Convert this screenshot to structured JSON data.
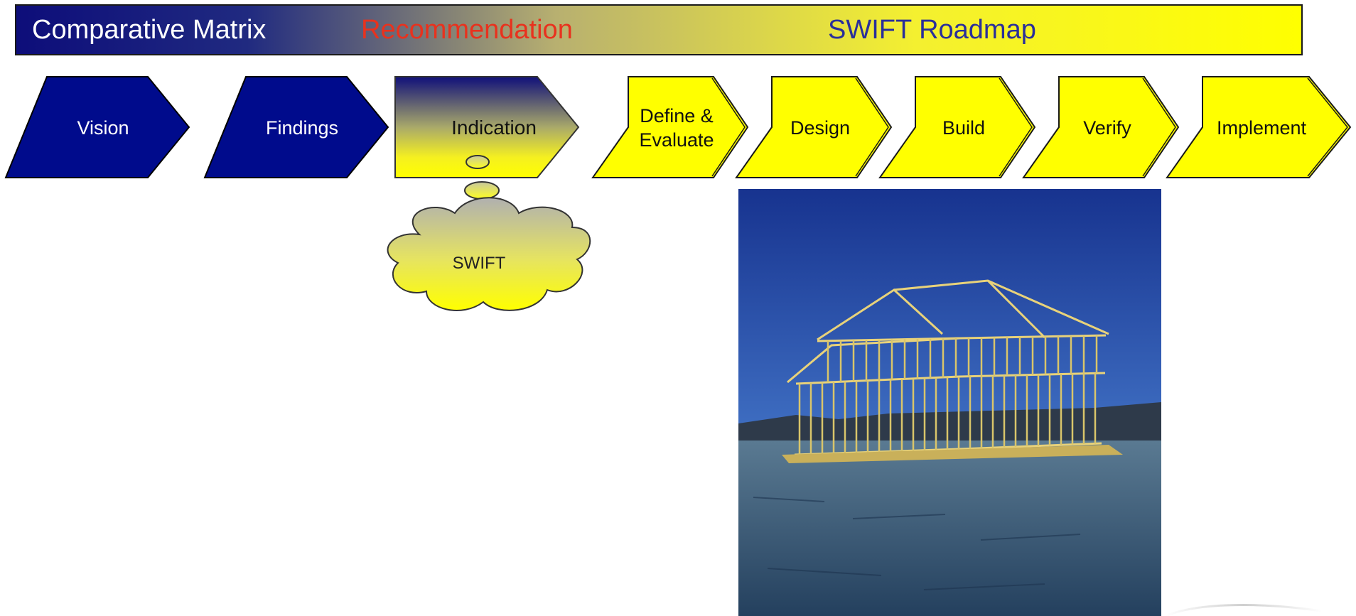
{
  "banner": {
    "sections": [
      {
        "label": "Comparative Matrix",
        "color": "#ffffff"
      },
      {
        "label": "Recommendation",
        "color": "#e8321e"
      },
      {
        "label": "SWIFT Roadmap",
        "color": "#2a2f9a"
      }
    ],
    "gradient_start": "#0d0d7a",
    "gradient_end": "#ffff00"
  },
  "process": {
    "steps": [
      {
        "lines": [
          "Vision"
        ],
        "style": "blue"
      },
      {
        "lines": [
          "Findings"
        ],
        "style": "blue"
      },
      {
        "lines": [
          "Indication"
        ],
        "style": "gradient"
      },
      {
        "lines": [
          "Define &",
          "Evaluate"
        ],
        "style": "yellow"
      },
      {
        "lines": [
          "Design"
        ],
        "style": "yellow"
      },
      {
        "lines": [
          "Build"
        ],
        "style": "yellow"
      },
      {
        "lines": [
          "Verify"
        ],
        "style": "yellow"
      },
      {
        "lines": [
          "Implement"
        ],
        "style": "yellow"
      }
    ],
    "colors": {
      "blue": "#000b8c",
      "yellow": "#ffff00",
      "outline": "#1a1a1a"
    }
  },
  "thought_cloud": {
    "label": "SWIFT"
  },
  "photo": {
    "subject": "house-frame-construction",
    "sky_top": "#1c3a9e",
    "sky_bottom": "#6f9ed0",
    "ground": "#3a5a7a",
    "wood": "#e8d27a"
  }
}
